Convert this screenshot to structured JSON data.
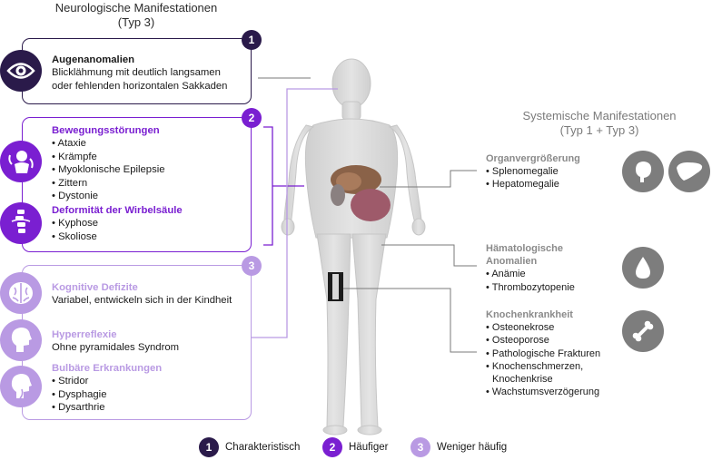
{
  "left_header": {
    "line1": "Neurologische Manifestationen",
    "line2": "(Typ 3)"
  },
  "right_header": {
    "line1": "Systemische Manifestationen",
    "line2": "(Typ 1 + Typ 3)"
  },
  "colors": {
    "level1": "#2a1a4a",
    "level2": "#7a1fd1",
    "level3": "#b99ae3",
    "connector": "#7a7a7a",
    "sys_icon": "#7d7d7d"
  },
  "boxes": [
    {
      "number": "1",
      "sections": [
        {
          "title": "Augenanomalien",
          "text": [
            "Blicklähmung mit deutlich langsamen",
            "oder fehlenden horizontalen Sakkaden"
          ],
          "icon": "eye-icon"
        }
      ]
    },
    {
      "number": "2",
      "sections": [
        {
          "title": "Bewegungsstörungen",
          "items": [
            "Ataxie",
            "Krämpfe",
            "Myoklonische Epilepsie",
            "Zittern",
            "Dystonie"
          ],
          "icon": "movement-icon"
        },
        {
          "title": "Deformität der Wirbelsäule",
          "items": [
            "Kyphose",
            "Skoliose"
          ],
          "icon": "spine-icon"
        }
      ]
    },
    {
      "number": "3",
      "sections": [
        {
          "title": "Kognitive Defizite",
          "text": [
            "Variabel, entwickeln sich in der Kindheit"
          ],
          "icon": "brain-icon"
        },
        {
          "title": "Hyperreflexie",
          "text": [
            "Ohne pyramidales Syndrom"
          ],
          "icon": "head-reflex-icon"
        },
        {
          "title": "Bulbäre Erkrankungen",
          "items": [
            "Stridor",
            "Dysphagie",
            "Dysarthrie"
          ],
          "icon": "head-throat-icon"
        }
      ]
    }
  ],
  "systemic": [
    {
      "title": [
        "Organvergrößerung"
      ],
      "items": [
        "Splenomegalie",
        "Hepatomegalie"
      ],
      "icons": [
        "spleen-icon",
        "liver-icon"
      ]
    },
    {
      "title": [
        "Hämatologische",
        "Anomalien"
      ],
      "items": [
        "Anämie",
        "Thrombozytopenie"
      ],
      "icons": [
        "blood-drop-icon"
      ]
    },
    {
      "title": [
        "Knochenkrankheit"
      ],
      "items": [
        "Osteonekrose",
        "Osteoporose",
        "Pathologische Frakturen",
        "Knochenschmerzen,",
        "Knochenkrise",
        "Wachstumsverzögerung"
      ],
      "icons": [
        "bone-icon"
      ]
    }
  ],
  "legend": [
    {
      "number": "1",
      "label": "Charakteristisch"
    },
    {
      "number": "2",
      "label": "Häufiger"
    },
    {
      "number": "3",
      "label": "Weniger häufig"
    }
  ]
}
